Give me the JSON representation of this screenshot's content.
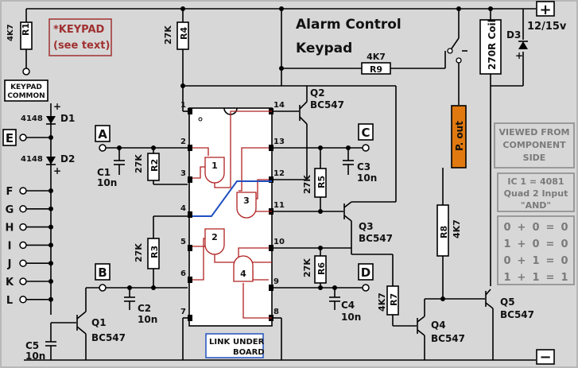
{
  "title": {
    "line1": "Alarm Control",
    "line2": "Keypad"
  },
  "keypad_note": {
    "line1": "*KEYPAD",
    "line2": "(see text)"
  },
  "supply": {
    "plus": "+",
    "voltage": "12/15v",
    "minus": "−"
  },
  "keypad_common": {
    "line1": "KEYPAD",
    "line2": "COMMON"
  },
  "terminals": {
    "A": "A",
    "B": "B",
    "C": "C",
    "D": "D",
    "E": "E"
  },
  "key_labels": [
    "F",
    "G",
    "H",
    "I",
    "J",
    "K",
    "L"
  ],
  "resistors": {
    "r1": {
      "name": "R1",
      "value": "4K7"
    },
    "r2": {
      "name": "R2",
      "value": "27K"
    },
    "r3": {
      "name": "R3",
      "value": "27K"
    },
    "r4": {
      "name": "R4",
      "value": "27K"
    },
    "r5": {
      "name": "R5",
      "value": "27K"
    },
    "r6": {
      "name": "R6",
      "value": "27K"
    },
    "r7": {
      "name": "R7",
      "value": "4K7"
    },
    "r8": {
      "name": "R8",
      "value": "4K7"
    },
    "r9": {
      "name": "R9",
      "value": "4K7"
    }
  },
  "capacitors": {
    "c1": {
      "name": "C1",
      "value": "10n"
    },
    "c2": {
      "name": "C2",
      "value": "10n"
    },
    "c3": {
      "name": "C3",
      "value": "10n"
    },
    "c4": {
      "name": "C4",
      "value": "10n"
    },
    "c5": {
      "name": "C5",
      "value": "10n"
    }
  },
  "diodes": {
    "d1": {
      "name": "D1",
      "value": "4148",
      "sign": "+"
    },
    "d2": {
      "name": "D2",
      "value": "4148",
      "sign": "+"
    },
    "d3": {
      "name": "D3",
      "sign": "+"
    }
  },
  "transistors": {
    "q1": {
      "name": "Q1",
      "type": "BC547"
    },
    "q2": {
      "name": "Q2",
      "type": "BC547"
    },
    "q3": {
      "name": "Q3",
      "type": "BC547"
    },
    "q4": {
      "name": "Q4",
      "type": "BC547"
    },
    "q5": {
      "name": "Q5",
      "type": "BC547"
    }
  },
  "ic_pins": {
    "left": [
      "1",
      "2",
      "3",
      "4",
      "5",
      "6",
      "7"
    ],
    "right": [
      "14",
      "13",
      "12",
      "11",
      "10",
      "9",
      "8"
    ]
  },
  "gates": [
    "1",
    "2",
    "3",
    "4"
  ],
  "relay": {
    "coil": "270R Coil"
  },
  "output": {
    "label": "P. out"
  },
  "link_note": {
    "line1": "LINK",
    "line2": "UNDER",
    "line3": "BOARD"
  },
  "side_note": {
    "line1": "VIEWED FROM",
    "line2": "COMPONENT",
    "line3": "SIDE"
  },
  "ic_info": {
    "line1": "IC 1 = 4081",
    "line2": "Quad 2 Input",
    "line3": "\"AND\""
  },
  "truth_table": [
    {
      "a": "0",
      "op": "+",
      "b": "0",
      "eq": "=",
      "out": "0"
    },
    {
      "a": "1",
      "op": "+",
      "b": "0",
      "eq": "=",
      "out": "0"
    },
    {
      "a": "0",
      "op": "+",
      "b": "1",
      "eq": "=",
      "out": "0"
    },
    {
      "a": "1",
      "op": "+",
      "b": "1",
      "eq": "=",
      "out": "1"
    }
  ]
}
